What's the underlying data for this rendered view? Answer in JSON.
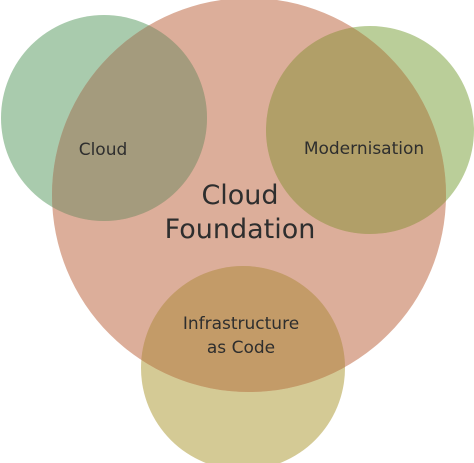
{
  "diagram": {
    "center": {
      "lines": [
        "Cloud",
        "Foundation"
      ],
      "color": "#d09378"
    },
    "circles": [
      {
        "id": "cloud",
        "lines": [
          "Cloud"
        ],
        "color": "#94be99"
      },
      {
        "id": "modernisation",
        "lines": [
          "Modernisation"
        ],
        "color": "#a9c27f"
      },
      {
        "id": "iac",
        "lines": [
          "Infrastructure",
          "as Code"
        ],
        "color": "#c9bd7a"
      }
    ]
  }
}
